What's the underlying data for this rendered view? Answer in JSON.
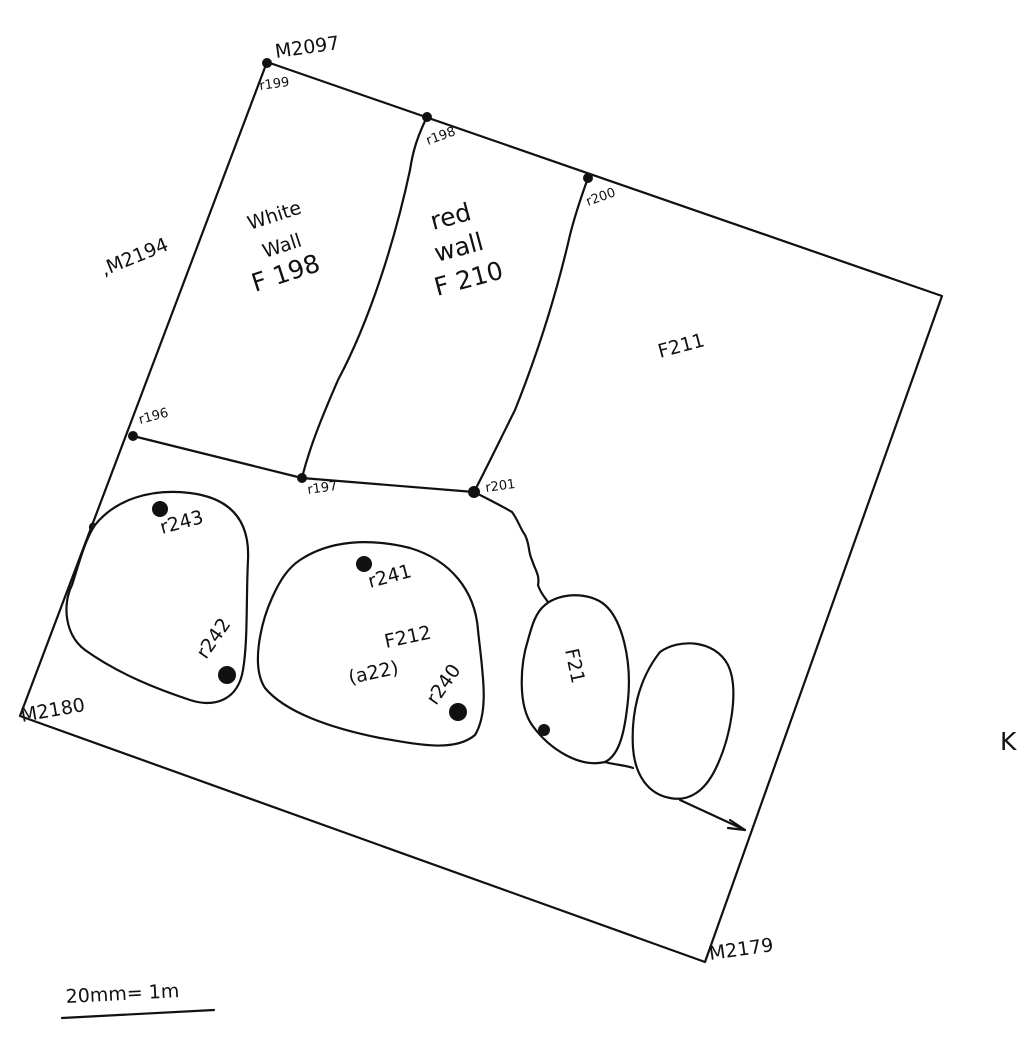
{
  "markers": {
    "m2097": "M2097",
    "m2194": ",M2194",
    "m2180": "M2180",
    "m2179": "M2179"
  },
  "points": {
    "r199": "r199",
    "r198": "r198",
    "r200": "r200",
    "r196": "r196",
    "r197": "r197",
    "r201": "r201",
    "r243": "r243",
    "r241": "r241",
    "r242": "r242",
    "r240": "r240"
  },
  "features": {
    "white_wall": [
      "White",
      "Wall",
      "F 198"
    ],
    "red_wall": [
      "red",
      "wall",
      "F 210"
    ],
    "f211": "F211",
    "f212": [
      "F212",
      "(a22)"
    ],
    "f21x": "F21"
  },
  "edge_letter": "K",
  "scale": "20mm= 1m"
}
